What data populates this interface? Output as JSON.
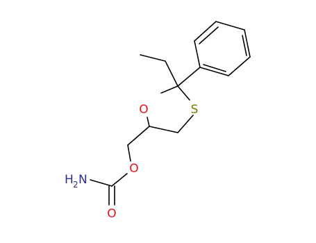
{
  "atoms": {
    "oxygen_ring": {
      "symbol": "O",
      "color": "#e8121b"
    },
    "sulfur": {
      "symbol": "S",
      "color": "#7a7a00"
    },
    "oxygen_ester": {
      "symbol": "O",
      "color": "#e8121b"
    },
    "oxygen_carbonyl": {
      "symbol": "O",
      "color": "#e8121b"
    },
    "amine": {
      "symbol": "H",
      "subscript": "2",
      "suffix": "N",
      "color": "#2a2f8c"
    }
  }
}
